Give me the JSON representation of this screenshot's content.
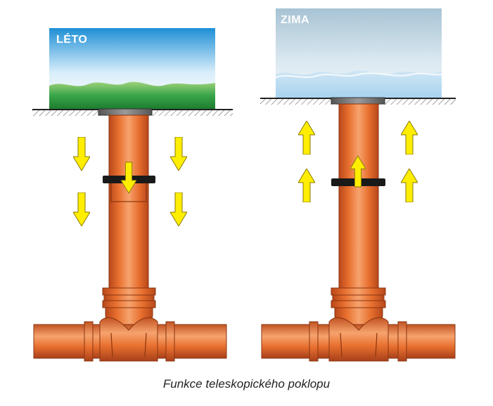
{
  "panels": {
    "summer": {
      "label": "LÉTO"
    },
    "winter": {
      "label": "ZIMA"
    }
  },
  "caption": "Funkce teleskopického poklopu",
  "colors": {
    "pipe": "#e8702f",
    "pipe_dark": "#b8471a",
    "pipe_light": "#f6a36e",
    "arrow": "#ffee00",
    "collar": "#1a1a1a",
    "grass": "#3aa54a",
    "sky_top": "#1e8fd6",
    "winter_sky": "#a9d2ea"
  },
  "icons": [
    "arrow-down-icon",
    "arrow-up-icon"
  ]
}
